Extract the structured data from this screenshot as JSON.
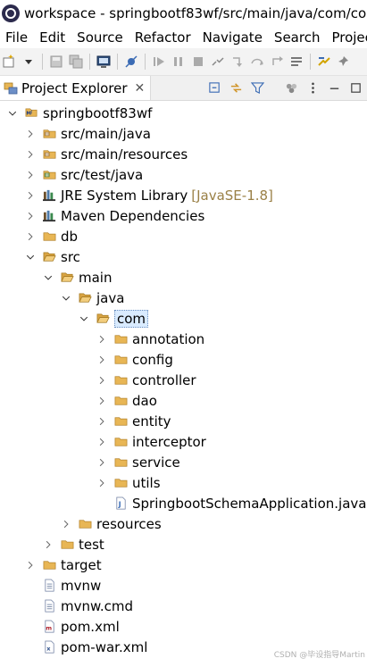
{
  "window": {
    "title": "workspace - springbootf83wf/src/main/java/com/con"
  },
  "menu": [
    "File",
    "Edit",
    "Source",
    "Refactor",
    "Navigate",
    "Search",
    "Projec"
  ],
  "toolbar_icons": [
    "new-wizard-icon",
    "dropdown-arrow-icon",
    "save-icon",
    "save-all-icon",
    "terminal-icon",
    "skip-breakpoints-icon",
    "resume-icon",
    "suspend-icon",
    "terminate-icon",
    "disconnect-icon",
    "step-into-icon",
    "step-over-icon",
    "step-return-icon",
    "toggle-mark-icon",
    "open-task-icon",
    "pin-icon"
  ],
  "view": {
    "tab_label": "Project Explorer",
    "close_glyph": "✕",
    "tools": [
      "collapse-all-icon",
      "link-editor-icon",
      "filter-icon",
      "focus-icon",
      "view-menu-icon",
      "minimize-icon",
      "maximize-icon"
    ]
  },
  "tree": [
    {
      "label": "springbootf83wf",
      "indent": 0,
      "expanded": true,
      "icon": "maven-project-icon"
    },
    {
      "label": "src/main/java",
      "indent": 1,
      "expanded": false,
      "icon": "source-folder-icon"
    },
    {
      "label": "src/main/resources",
      "indent": 1,
      "expanded": false,
      "icon": "source-folder-icon"
    },
    {
      "label": "src/test/java",
      "indent": 1,
      "expanded": false,
      "icon": "test-source-folder-icon"
    },
    {
      "label": "JRE System Library",
      "decoration": "[JavaSE-1.8]",
      "indent": 1,
      "expanded": false,
      "icon": "library-icon"
    },
    {
      "label": "Maven Dependencies",
      "indent": 1,
      "expanded": false,
      "icon": "library-icon"
    },
    {
      "label": "db",
      "indent": 1,
      "expanded": false,
      "icon": "folder-icon"
    },
    {
      "label": "src",
      "indent": 1,
      "expanded": true,
      "icon": "folder-open-icon"
    },
    {
      "label": "main",
      "indent": 2,
      "expanded": true,
      "icon": "folder-open-icon"
    },
    {
      "label": "java",
      "indent": 3,
      "expanded": true,
      "icon": "folder-open-icon"
    },
    {
      "label": "com",
      "indent": 4,
      "expanded": true,
      "icon": "folder-open-icon",
      "selected": true
    },
    {
      "label": "annotation",
      "indent": 5,
      "expanded": false,
      "icon": "folder-icon"
    },
    {
      "label": "config",
      "indent": 5,
      "expanded": false,
      "icon": "folder-icon"
    },
    {
      "label": "controller",
      "indent": 5,
      "expanded": false,
      "icon": "folder-icon"
    },
    {
      "label": "dao",
      "indent": 5,
      "expanded": false,
      "icon": "folder-icon"
    },
    {
      "label": "entity",
      "indent": 5,
      "expanded": false,
      "icon": "folder-icon"
    },
    {
      "label": "interceptor",
      "indent": 5,
      "expanded": false,
      "icon": "folder-icon"
    },
    {
      "label": "service",
      "indent": 5,
      "expanded": false,
      "icon": "folder-icon"
    },
    {
      "label": "utils",
      "indent": 5,
      "expanded": false,
      "icon": "folder-icon"
    },
    {
      "label": "SpringbootSchemaApplication.java",
      "indent": 5,
      "expanded": null,
      "icon": "java-file-icon"
    },
    {
      "label": "resources",
      "indent": 3,
      "expanded": false,
      "icon": "folder-icon"
    },
    {
      "label": "test",
      "indent": 2,
      "expanded": false,
      "icon": "folder-icon"
    },
    {
      "label": "target",
      "indent": 1,
      "expanded": false,
      "icon": "folder-icon"
    },
    {
      "label": "mvnw",
      "indent": 1,
      "expanded": null,
      "icon": "text-file-icon"
    },
    {
      "label": "mvnw.cmd",
      "indent": 1,
      "expanded": null,
      "icon": "text-file-icon"
    },
    {
      "label": "pom.xml",
      "indent": 1,
      "expanded": null,
      "icon": "maven-pom-icon"
    },
    {
      "label": "pom-war.xml",
      "indent": 1,
      "expanded": null,
      "icon": "xml-file-icon"
    }
  ],
  "watermark": "CSDN @毕设指导Martin",
  "colors": {
    "selection": "#d9ebff",
    "folder": "#e8b655",
    "decoration": "#9a8046"
  }
}
